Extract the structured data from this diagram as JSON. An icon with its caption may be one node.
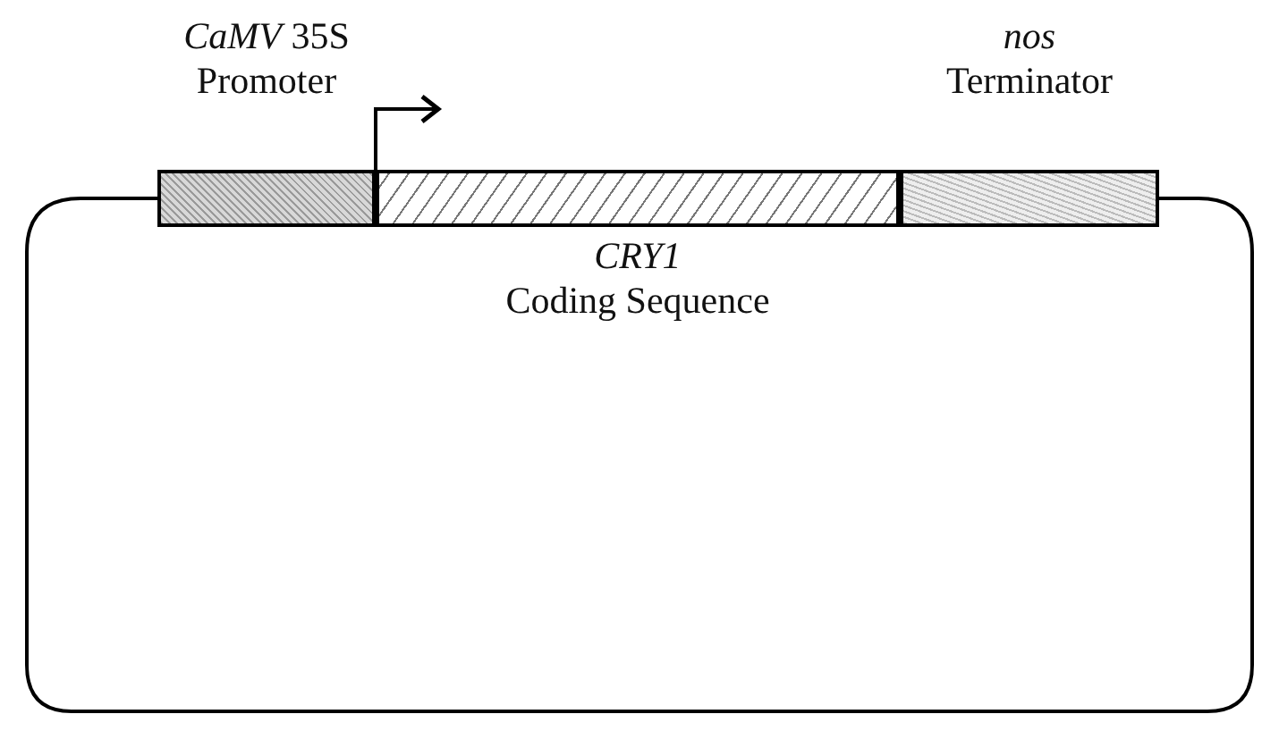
{
  "diagram": {
    "nodes": [
      {
        "text": [
          "*CaMV* 35S",
          "Promoter"
        ]
      },
      {
        "text": [
          "*CRY1*",
          "Coding Sequence"
        ]
      },
      {
        "text": [
          "*nos*",
          "Terminator"
        ]
      }
    ],
    "edges": [
      {
        "from": 0,
        "to": 2,
        "arrow": "none"
      }
    ]
  }
}
